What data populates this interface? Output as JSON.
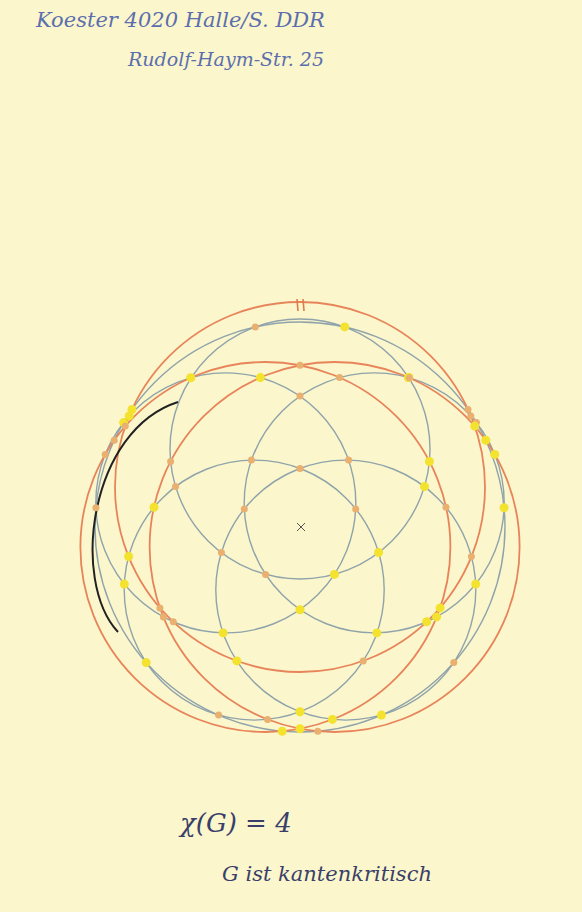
{
  "diagram": {
    "labels": [
      "Koester 4020 Halle/S. DDR",
      "Rudolf-Haym-Str. 25",
      "χ(G) = 4",
      "G ist kantenkritisch"
    ]
  }
}
